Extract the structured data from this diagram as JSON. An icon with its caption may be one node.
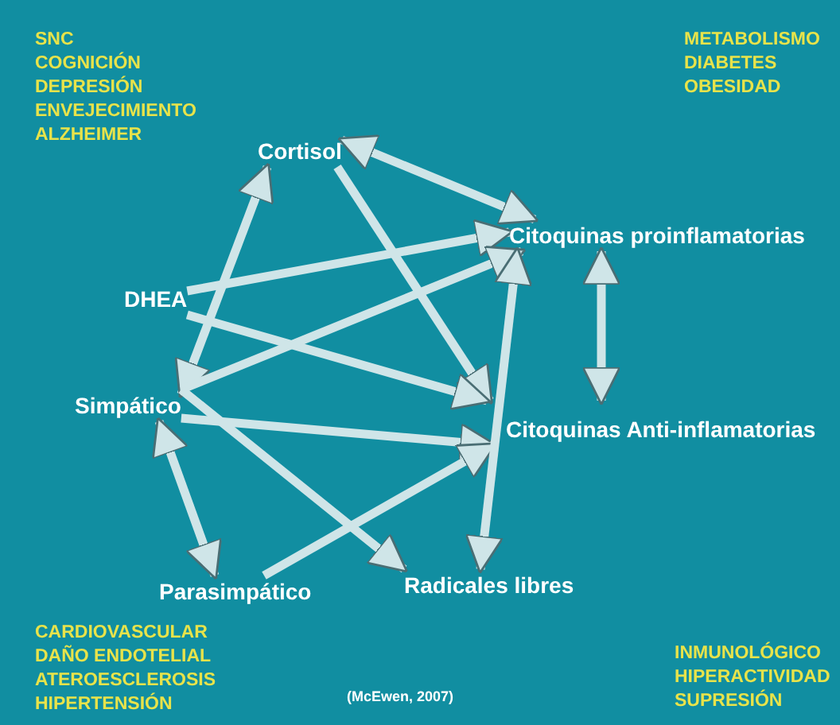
{
  "diagram": {
    "nodes": [
      {
        "text": [
          "Cortisol"
        ]
      },
      {
        "text": [
          "Citoquinas proinflamatorias"
        ]
      },
      {
        "text": [
          "DHEA"
        ]
      },
      {
        "text": [
          "Simpático"
        ]
      },
      {
        "text": [
          "Citoquinas Anti-inflamatorias"
        ]
      },
      {
        "text": [
          "Parasimpático"
        ]
      },
      {
        "text": [
          "Radicales libres"
        ]
      }
    ],
    "edges": [
      {
        "from": 0,
        "to": 1,
        "arrow": "both"
      },
      {
        "from": 0,
        "to": 4,
        "arrow": "to"
      },
      {
        "from": 0,
        "to": 3,
        "arrow": "both"
      },
      {
        "from": 2,
        "to": 1,
        "arrow": "to"
      },
      {
        "from": 2,
        "to": 4,
        "arrow": "to"
      },
      {
        "from": 3,
        "to": 1,
        "arrow": "to"
      },
      {
        "from": 3,
        "to": 4,
        "arrow": "to"
      },
      {
        "from": 3,
        "to": 6,
        "arrow": "to"
      },
      {
        "from": 5,
        "to": 4,
        "arrow": "to"
      },
      {
        "from": 1,
        "to": 6,
        "arrow": "both"
      },
      {
        "from": 1,
        "to": 4,
        "arrow": "both"
      },
      {
        "from": 3,
        "to": 5,
        "arrow": "both"
      }
    ],
    "labels": [
      "SNC",
      "COGNICIÓN",
      "DEPRESIÓN",
      "ENVEJECIMIENTO",
      "ALZHEIMER",
      "METABOLISMO",
      "DIABETES",
      "OBESIDAD",
      "CARDIOVASCULAR",
      "DAÑO ENDOTELIAL",
      "ATEROESCLEROSIS",
      "HIPERTENSIÓN",
      "INMUNOLÓGICO",
      "HIPERACTIVIDAD",
      "SUPRESIÓN",
      "(McEwen, 2007)"
    ]
  }
}
